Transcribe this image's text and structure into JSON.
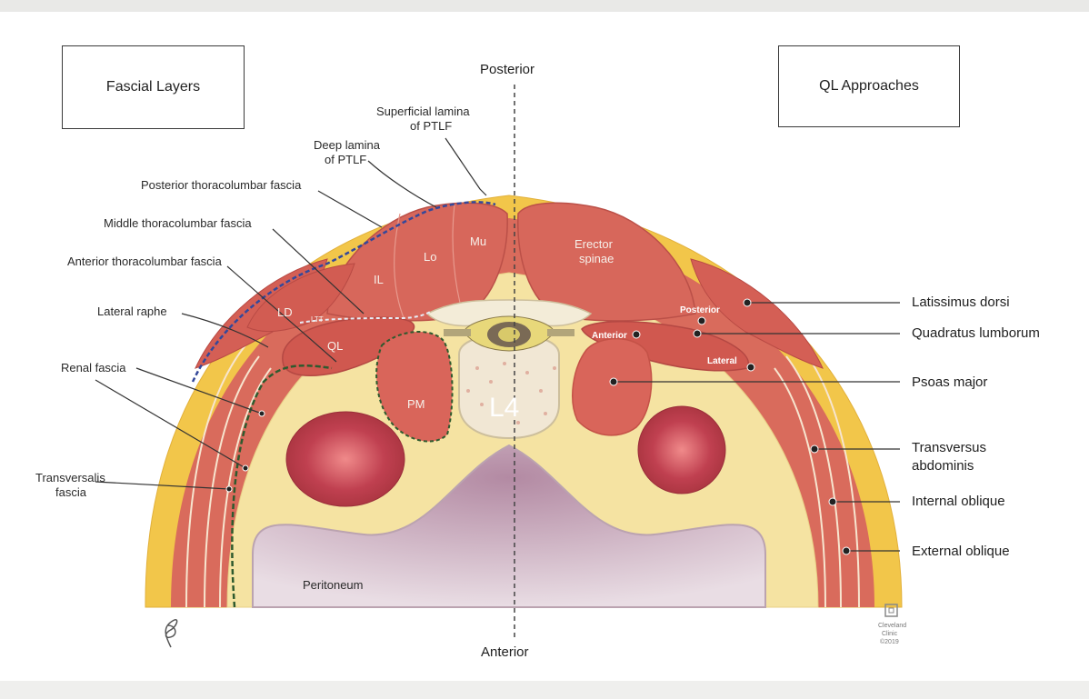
{
  "boxes": {
    "fascial_layers": "Fascial Layers",
    "ql_approaches": "QL Approaches"
  },
  "orientation": {
    "posterior": "Posterior",
    "anterior": "Anterior"
  },
  "left_labels": {
    "superficial_lamina_1": "Superficial lamina",
    "superficial_lamina_2": "of PTLF",
    "deep_lamina_1": "Deep lamina",
    "deep_lamina_2": "of PTLF",
    "posterior_tlf": "Posterior thoracolumbar fascia",
    "middle_tlf": "Middle thoracolumbar fascia",
    "anterior_tlf": "Anterior thoracolumbar fascia",
    "lateral_raphe": "Lateral raphe",
    "renal_fascia": "Renal fascia",
    "transversalis_1": "Transversalis",
    "transversalis_2": "fascia",
    "peritoneum": "Peritoneum"
  },
  "right_labels": {
    "latissimus": "Latissimus dorsi",
    "quadratus": "Quadratus lumborum",
    "psoas": "Psoas major",
    "transversus_1": "Transversus",
    "transversus_2": "abdominis",
    "internal_oblique": "Internal oblique",
    "external_oblique": "External oblique"
  },
  "muscles": {
    "mu": "Mu",
    "lo": "Lo",
    "il": "IL",
    "ld": "LD",
    "ql": "QL",
    "pm": "PM",
    "erector_1": "Erector",
    "erector_2": "spinae",
    "vertebra": "L4",
    "ltt": "LTT"
  },
  "approaches": {
    "posterior": "Posterior",
    "anterior": "Anterior",
    "lateral": "Lateral"
  },
  "logo": {
    "line1": "Cleveland",
    "line2": "Clinic",
    "line3": "©2019"
  },
  "colors": {
    "fat": "#f2c64a",
    "muscle": "#d96b5c",
    "muscle_dark": "#c4544a",
    "visceral_fat": "#f5e3a2",
    "cavity": "#c9a9bb",
    "bone": "#f3ecd8",
    "fascia_blue": "#34489a",
    "fascia_green": "#2e5a2e"
  }
}
